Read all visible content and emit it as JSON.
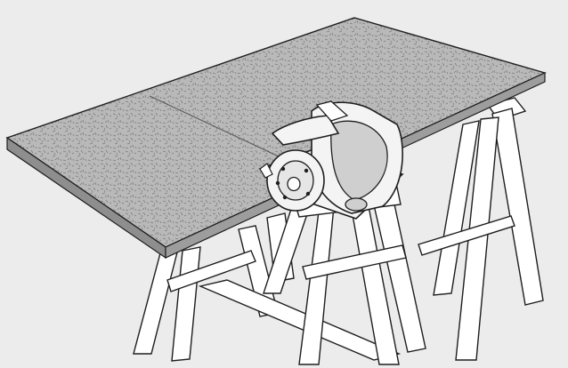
{
  "image": {
    "kind": "technical-illustration",
    "subject": "circular-saw-cutting-board-on-sawhorses",
    "colors": {
      "background": "#ececec",
      "board_top": "#b9b9b9",
      "board_edge": "#8e8e8e",
      "outline": "#1e1e1e",
      "wood": "#ffffff",
      "saw_body": "#f4f4f4",
      "saw_shade": "#cfcfcf",
      "speckle": "#7d7d7d"
    },
    "icons": [
      "circular-saw",
      "sawhorse",
      "sawhorse",
      "board"
    ]
  }
}
